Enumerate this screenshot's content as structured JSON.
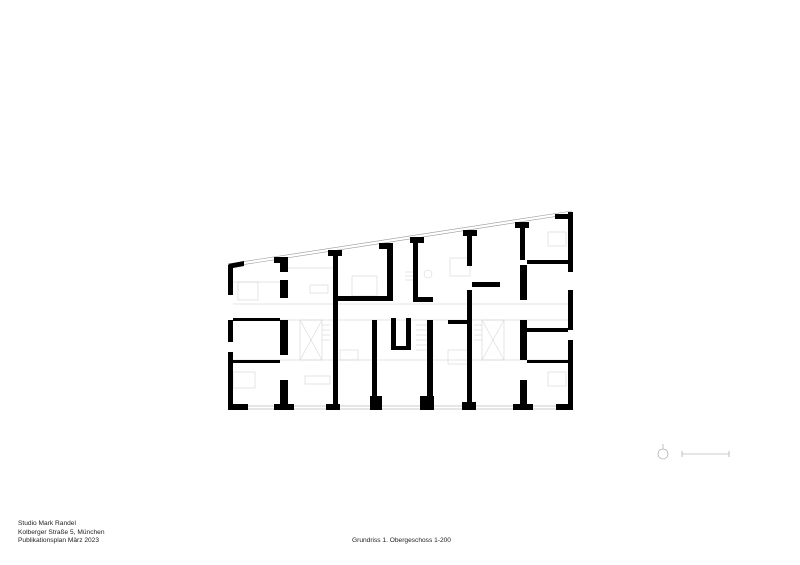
{
  "info": {
    "office": "Studio Mark Randel",
    "address": "Kolberger Straße 5, München",
    "plan_type": "Publikationsplan März 2023"
  },
  "drawing_title": "Grundriss 1. Obergeschoss 1-200",
  "colors": {
    "walls": "#000000",
    "lines": "#bbbbbb",
    "background": "#ffffff"
  },
  "icons": [
    "north-arrow-icon",
    "scale-bar"
  ]
}
